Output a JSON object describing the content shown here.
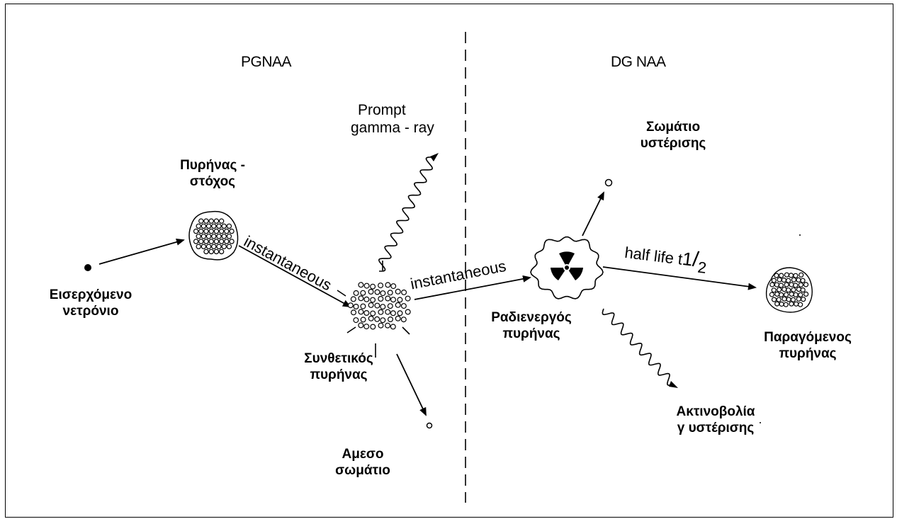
{
  "sections": {
    "left_title": "PGNAA",
    "right_title": "DG NAA"
  },
  "labels": {
    "incoming_neutron_1": "Εισερχόμενο",
    "incoming_neutron_2": "νετρόνιο",
    "target_1": "Πυρήνας -",
    "target_2": "στόχος",
    "prompt_1": "Prompt",
    "prompt_2": "gamma - ray",
    "compound_1": "Συνθετικός",
    "compound_2": "πυρήνας",
    "direct_1": "Αμεσο",
    "direct_2": "σωμάτιο",
    "delayed_particle_1": "Σωμάτιο",
    "delayed_particle_2": "υστέρισης",
    "radioactive_1": "Ραδιενεργός",
    "radioactive_2": "πυρήνας",
    "product_1": "Παραγόμενος",
    "product_2": "πυρήνας",
    "delayed_gamma_1": "Ακτινοβολία",
    "delayed_gamma_2": "γ υστέρισης",
    "instantaneous_1": "instantaneous",
    "instantaneous_2": "instantaneous",
    "half_life": "half life t"
  }
}
